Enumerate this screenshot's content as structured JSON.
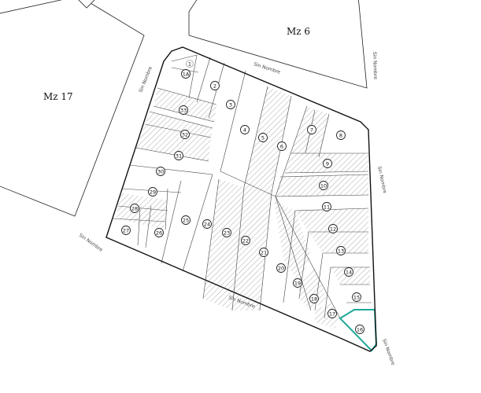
{
  "blocks": {
    "north": "Mz 6",
    "west": "Mz 17"
  },
  "streets": {
    "north": "Sin Nombre",
    "east": "Sin Nombre",
    "south": "Sin Nombre",
    "west": "Sin Nombre",
    "west_lower": "Sin Nombre",
    "far_east_upper": "Sin Nombre",
    "southeast": "Sin Nombre"
  },
  "lots": [
    "1",
    "1A",
    "2",
    "3",
    "4",
    "5",
    "6",
    "7",
    "8",
    "9",
    "10",
    "11",
    "12",
    "13",
    "14",
    "15",
    "16",
    "17",
    "18",
    "19",
    "20",
    "21",
    "22",
    "23",
    "24",
    "25",
    "26",
    "27",
    "28",
    "29",
    "30",
    "31",
    "32",
    "33"
  ],
  "colors": {
    "highlight": "#1fa89a",
    "hatch": "#888888",
    "outline": "#111111"
  }
}
